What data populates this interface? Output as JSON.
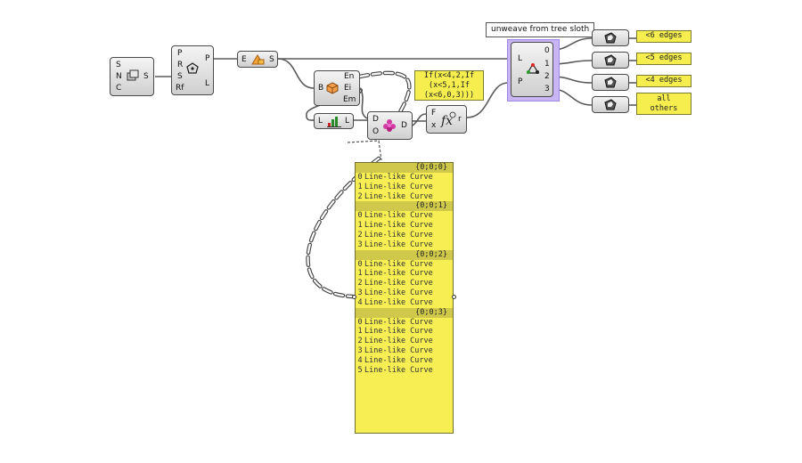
{
  "canvas": {
    "background": "#ffffff",
    "panel_color": "#f7ee54",
    "selection_color": "#c7b6f3"
  },
  "nodes": {
    "srf": {
      "inputs": [
        "S",
        "N",
        "C"
      ],
      "output": "S",
      "icon": "surface-icon"
    },
    "curve_params": {
      "inputs": [
        "P",
        "R",
        "S",
        "Rf"
      ],
      "outputs": [
        "P",
        "L"
      ],
      "icon": "polygon-icon"
    },
    "explode": {
      "input": "E",
      "output": "S",
      "icon": "explode-icon"
    },
    "edges": {
      "input": "B",
      "outputs": [
        "En",
        "Ei",
        "Em"
      ],
      "icon": "box-edges-icon"
    },
    "list_length": {
      "input": "L",
      "output": "L",
      "icon": "list-length-icon"
    },
    "divide": {
      "inputs": [
        "D",
        "O"
      ],
      "output": "D",
      "icon": "flower-icon"
    },
    "expression": {
      "inputs": [
        "F",
        "x"
      ],
      "output": "r",
      "icon": "fx-icon"
    },
    "unweave": {
      "inputs": [
        "L",
        "P"
      ],
      "outputs": [
        "0",
        "1",
        "2",
        "3"
      ],
      "icon": "unweave-icon"
    }
  },
  "tooltip": "unweave from tree sloth",
  "expression_note": "If(x<4,2,If\n(x<5,1,If\n(x<6,0,3)))",
  "outputs": [
    {
      "label": "<6 edges",
      "icon": "geometry-icon"
    },
    {
      "label": "<5 edges",
      "icon": "geometry-icon"
    },
    {
      "label": "<4 edges",
      "icon": "geometry-icon"
    },
    {
      "label": "all\nothers",
      "icon": "geometry-icon"
    }
  ],
  "panel": {
    "branches": [
      {
        "path": "{0;0;0}",
        "items": [
          "Line-like Curve",
          "Line-like Curve",
          "Line-like Curve"
        ]
      },
      {
        "path": "{0;0;1}",
        "items": [
          "Line-like Curve",
          "Line-like Curve",
          "Line-like Curve",
          "Line-like Curve"
        ]
      },
      {
        "path": "{0;0;2}",
        "items": [
          "Line-like Curve",
          "Line-like Curve",
          "Line-like Curve",
          "Line-like Curve",
          "Line-like Curve"
        ]
      },
      {
        "path": "{0;0;3}",
        "items": [
          "Line-like Curve",
          "Line-like Curve",
          "Line-like Curve",
          "Line-like Curve",
          "Line-like Curve",
          "Line-like Curve"
        ]
      }
    ]
  }
}
